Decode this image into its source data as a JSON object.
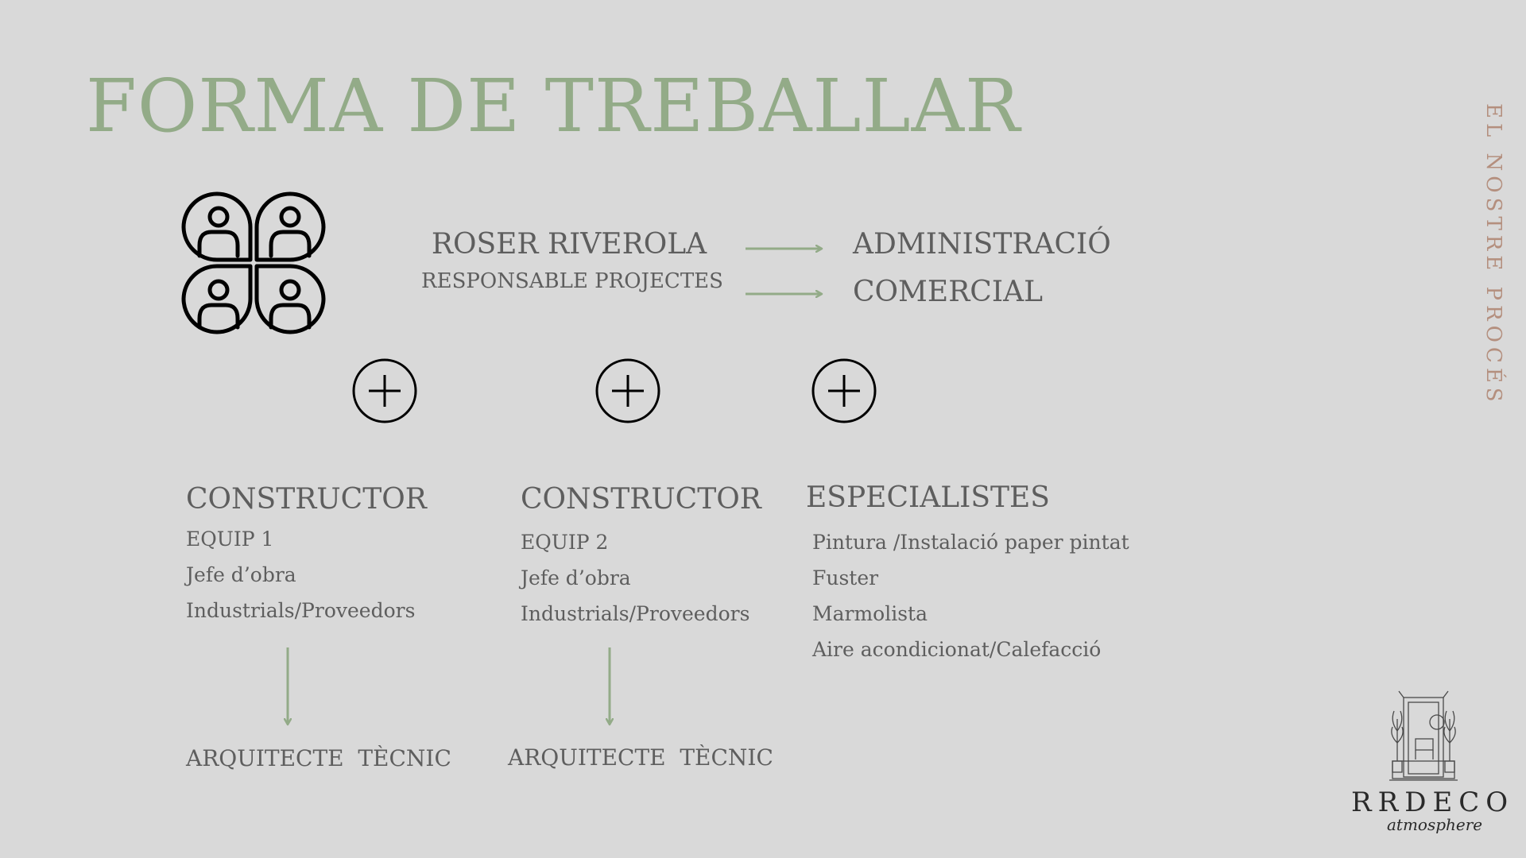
{
  "title": "FORMA DE TREBALLAR",
  "side_label": "EL NOSTRE PROCÉS",
  "lead": {
    "name": "ROSER RIVEROLA",
    "role": "RESPONSABLE PROJECTES",
    "targets": [
      "ADMINISTRACIÓ",
      "COMERCIAL"
    ]
  },
  "columns": [
    {
      "heading": "CONSTRUCTOR",
      "items": [
        "EQUIP 1",
        "Jefe d’obra",
        "Industrials/Proveedors"
      ],
      "result": "ARQUITECTE  TÈCNIC"
    },
    {
      "heading": "CONSTRUCTOR",
      "items": [
        "EQUIP 2",
        "Jefe d’obra",
        "Industrials/Proveedors"
      ],
      "result": "ARQUITECTE  TÈCNIC"
    },
    {
      "heading": "ESPECIALISTES",
      "items": [
        "Pintura /Instalació paper pintat",
        "Fuster",
        "Marmolista",
        "Aire acondicionat/Calefacció"
      ]
    }
  ],
  "logo": {
    "name": "RRDECO",
    "tagline": "atmosphere"
  },
  "colors": {
    "background": "#d9d9d9",
    "title": "#93ab88",
    "arrows": "#93ab88",
    "side_label": "#b48f7e",
    "text": "#5e5e5e",
    "icons": "#000000"
  }
}
